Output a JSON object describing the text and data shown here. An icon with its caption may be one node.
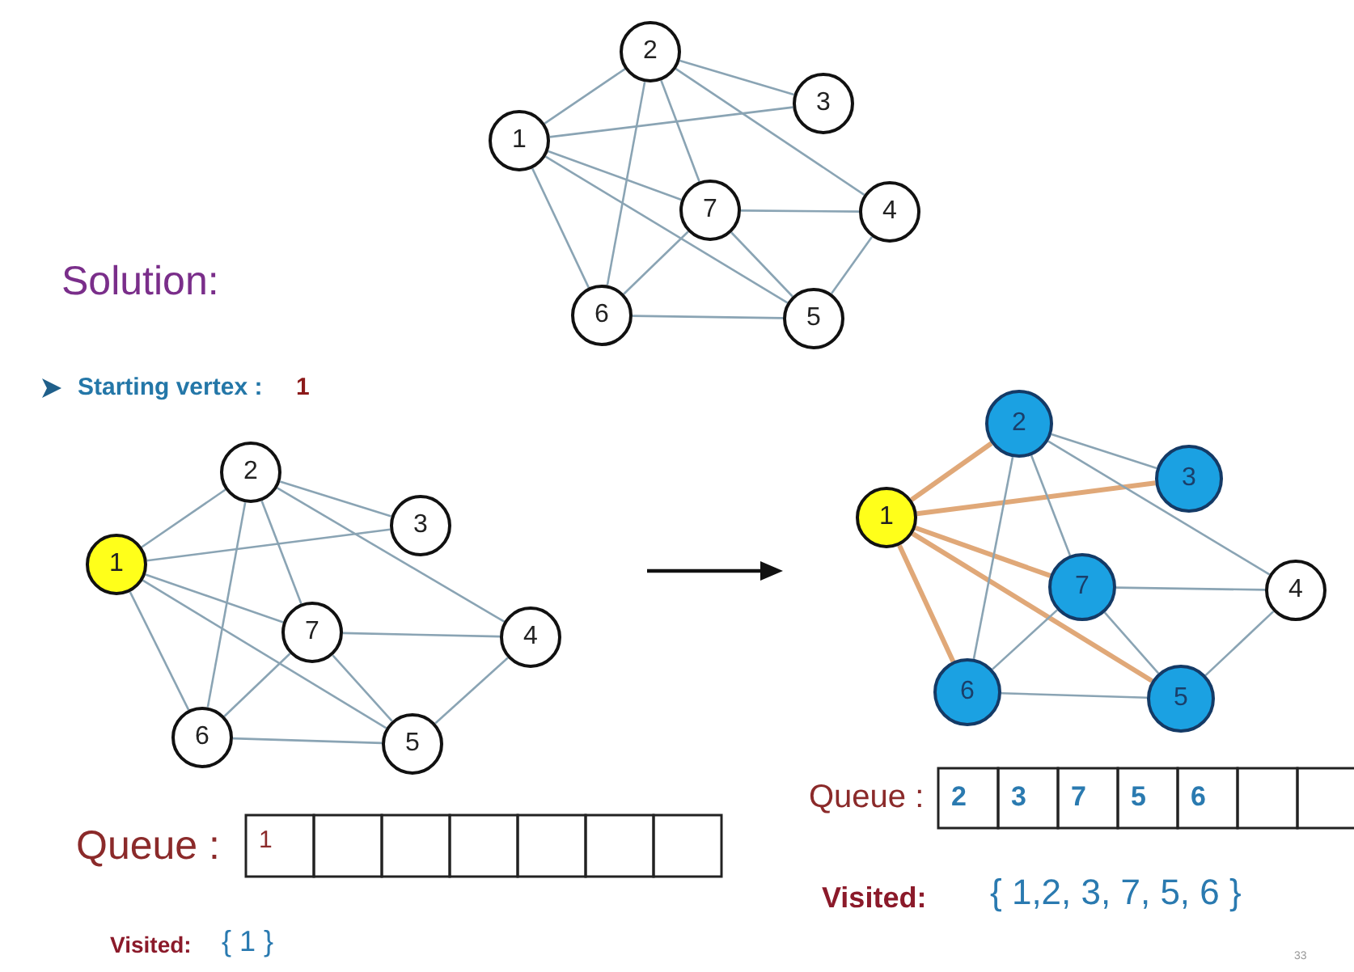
{
  "diagram": {
    "nodes": [
      {
        "text": [
          "1"
        ]
      },
      {
        "text": [
          "2"
        ]
      },
      {
        "text": [
          "3"
        ]
      },
      {
        "text": [
          "4"
        ]
      },
      {
        "text": [
          "5"
        ]
      },
      {
        "text": [
          "6"
        ]
      },
      {
        "text": [
          "7"
        ]
      },
      {
        "text": [
          "1"
        ]
      },
      {
        "text": [
          "2"
        ]
      },
      {
        "text": [
          "3"
        ]
      },
      {
        "text": [
          "4"
        ]
      },
      {
        "text": [
          "5"
        ]
      },
      {
        "text": [
          "6"
        ]
      },
      {
        "text": [
          "7"
        ]
      },
      {
        "text": [
          "1"
        ]
      },
      {
        "text": [
          "2"
        ]
      },
      {
        "text": [
          "3"
        ]
      },
      {
        "text": [
          "4"
        ]
      },
      {
        "text": [
          "5"
        ]
      },
      {
        "text": [
          "6"
        ]
      },
      {
        "text": [
          "7"
        ]
      }
    ],
    "edges": [
      {
        "from": 0,
        "to": 1,
        "arrow": "none"
      },
      {
        "from": 0,
        "to": 2,
        "arrow": "none"
      },
      {
        "from": 0,
        "to": 6,
        "arrow": "none"
      },
      {
        "from": 0,
        "to": 4,
        "arrow": "none"
      },
      {
        "from": 0,
        "to": 5,
        "arrow": "none"
      },
      {
        "from": 1,
        "to": 2,
        "arrow": "none"
      },
      {
        "from": 1,
        "to": 5,
        "arrow": "none"
      },
      {
        "from": 1,
        "to": 6,
        "arrow": "none"
      },
      {
        "from": 1,
        "to": 3,
        "arrow": "none"
      },
      {
        "from": 6,
        "to": 3,
        "arrow": "none"
      },
      {
        "from": 6,
        "to": 5,
        "arrow": "none"
      },
      {
        "from": 6,
        "to": 4,
        "arrow": "none"
      },
      {
        "from": 5,
        "to": 4,
        "arrow": "none"
      },
      {
        "from": 4,
        "to": 3,
        "arrow": "none"
      },
      {
        "from": 7,
        "to": 8,
        "arrow": "none"
      },
      {
        "from": 7,
        "to": 9,
        "arrow": "none"
      },
      {
        "from": 7,
        "to": 13,
        "arrow": "none"
      },
      {
        "from": 7,
        "to": 11,
        "arrow": "none"
      },
      {
        "from": 7,
        "to": 12,
        "arrow": "none"
      },
      {
        "from": 8,
        "to": 9,
        "arrow": "none"
      },
      {
        "from": 8,
        "to": 12,
        "arrow": "none"
      },
      {
        "from": 8,
        "to": 13,
        "arrow": "none"
      },
      {
        "from": 8,
        "to": 10,
        "arrow": "none"
      },
      {
        "from": 13,
        "to": 10,
        "arrow": "none"
      },
      {
        "from": 13,
        "to": 12,
        "arrow": "none"
      },
      {
        "from": 13,
        "to": 11,
        "arrow": "none"
      },
      {
        "from": 12,
        "to": 11,
        "arrow": "none"
      },
      {
        "from": 11,
        "to": 10,
        "arrow": "none"
      },
      {
        "from": 14,
        "to": 15,
        "arrow": "none",
        "style": "thick",
        "color": "#e0a878"
      },
      {
        "from": 14,
        "to": 16,
        "arrow": "none",
        "style": "thick",
        "color": "#e0a878"
      },
      {
        "from": 14,
        "to": 20,
        "arrow": "none",
        "style": "thick",
        "color": "#e0a878"
      },
      {
        "from": 14,
        "to": 18,
        "arrow": "none",
        "style": "thick",
        "color": "#e0a878"
      },
      {
        "from": 14,
        "to": 19,
        "arrow": "none",
        "style": "thick",
        "color": "#e0a878"
      },
      {
        "from": 15,
        "to": 16,
        "arrow": "none"
      },
      {
        "from": 15,
        "to": 19,
        "arrow": "none"
      },
      {
        "from": 15,
        "to": 20,
        "arrow": "none"
      },
      {
        "from": 15,
        "to": 17,
        "arrow": "none"
      },
      {
        "from": 20,
        "to": 17,
        "arrow": "none"
      },
      {
        "from": 20,
        "to": 19,
        "arrow": "none"
      },
      {
        "from": 20,
        "to": 18,
        "arrow": "none"
      },
      {
        "from": 19,
        "to": 18,
        "arrow": "none"
      },
      {
        "from": 18,
        "to": 17,
        "arrow": "none"
      }
    ],
    "labels": [
      "Solution:",
      "Starting vertex :",
      "1",
      "Queue :",
      "2",
      "3",
      "7",
      "5",
      "6",
      "Queue :",
      "1",
      "Visited:",
      "{ 1,2, 3, 7, 5, 6 }",
      "Visited:",
      "{ 1 }",
      "33"
    ]
  }
}
